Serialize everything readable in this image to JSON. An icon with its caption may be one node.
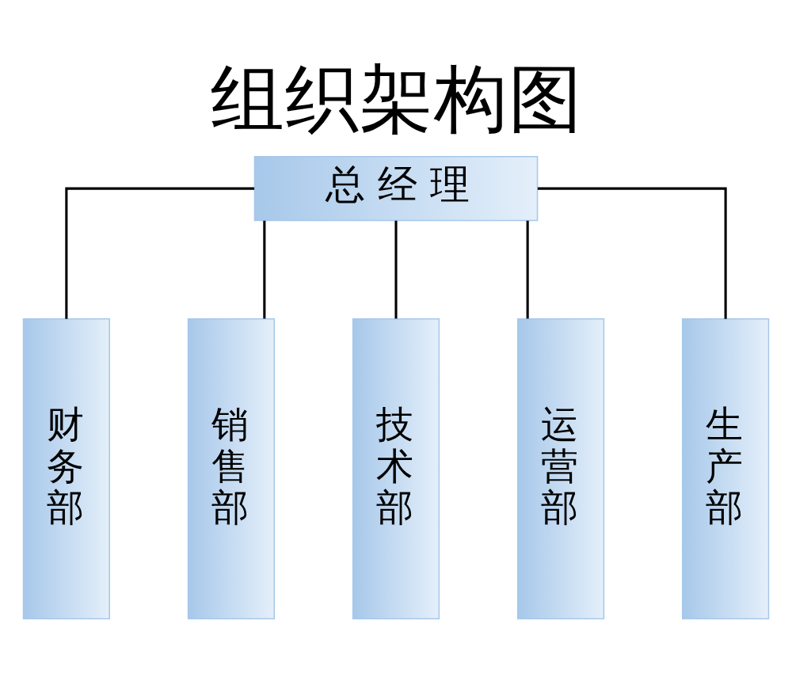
{
  "diagram": {
    "title": "组织架构图",
    "nodes": [
      {
        "text": [
          "总 经 理"
        ]
      },
      {
        "text": [
          "财务部"
        ]
      },
      {
        "text": [
          "销售部"
        ]
      },
      {
        "text": [
          "技术部"
        ]
      },
      {
        "text": [
          "运营部"
        ]
      },
      {
        "text": [
          "生产部"
        ]
      }
    ],
    "edges": [
      {
        "from": 0,
        "to": 1,
        "arrow": "none"
      },
      {
        "from": 0,
        "to": 2,
        "arrow": "none"
      },
      {
        "from": 0,
        "to": 3,
        "arrow": "none"
      },
      {
        "from": 0,
        "to": 4,
        "arrow": "none"
      },
      {
        "from": 0,
        "to": 5,
        "arrow": "none"
      }
    ]
  }
}
